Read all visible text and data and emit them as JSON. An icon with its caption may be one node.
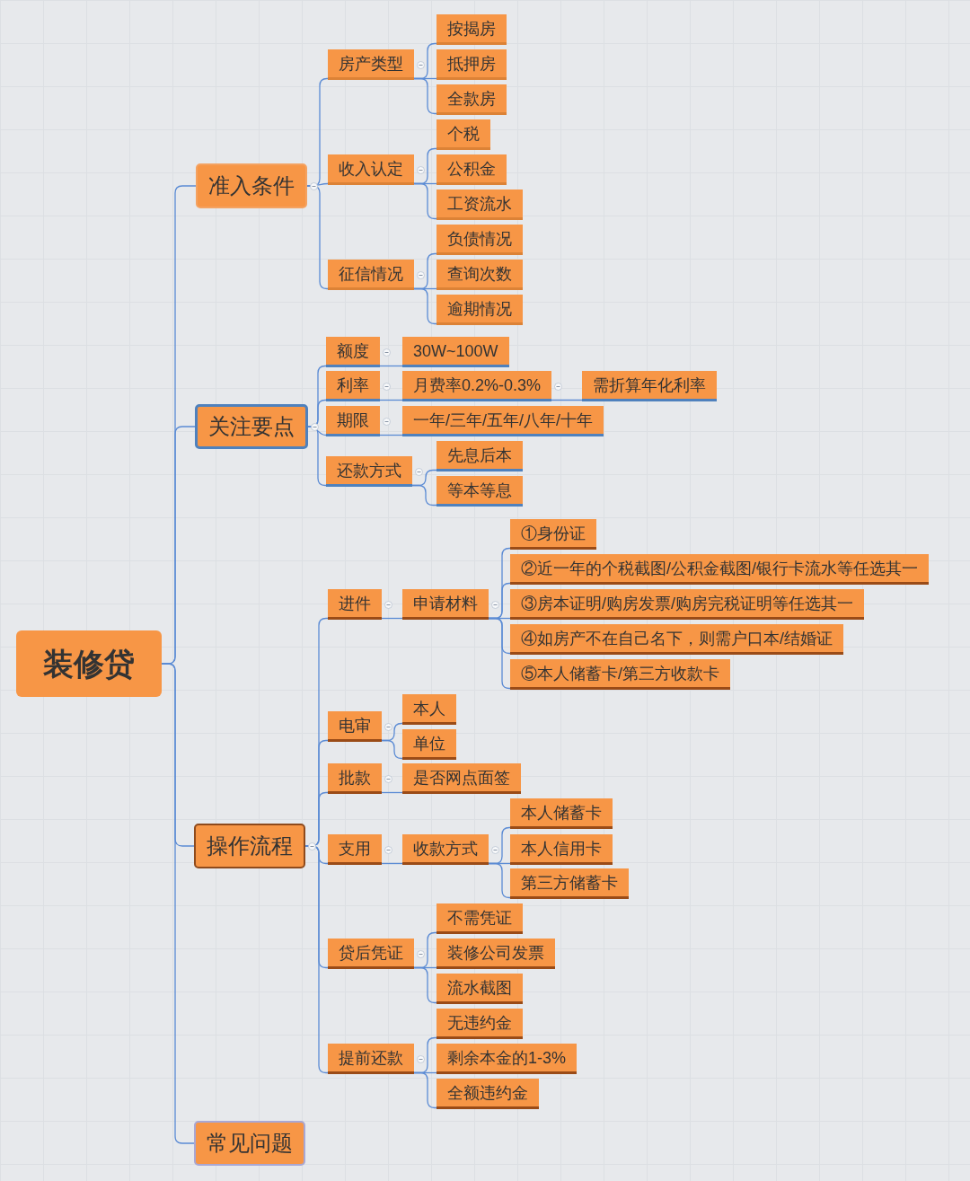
{
  "diagram": {
    "nodes": [
      {
        "text": [
          "装修贷"
        ]
      },
      {
        "text": [
          "准入条件"
        ]
      },
      {
        "text": [
          "房产类型"
        ]
      },
      {
        "text": [
          "按揭房"
        ]
      },
      {
        "text": [
          "抵押房"
        ]
      },
      {
        "text": [
          "全款房"
        ]
      },
      {
        "text": [
          "收入认定"
        ]
      },
      {
        "text": [
          "个税"
        ]
      },
      {
        "text": [
          "公积金"
        ]
      },
      {
        "text": [
          "工资流水"
        ]
      },
      {
        "text": [
          "征信情况"
        ]
      },
      {
        "text": [
          "负债情况"
        ]
      },
      {
        "text": [
          "查询次数"
        ]
      },
      {
        "text": [
          "逾期情况"
        ]
      },
      {
        "text": [
          "关注要点"
        ]
      },
      {
        "text": [
          "额度"
        ]
      },
      {
        "text": [
          "30W~100W"
        ]
      },
      {
        "text": [
          "利率"
        ]
      },
      {
        "text": [
          "月费率0.2%-0.3%"
        ]
      },
      {
        "text": [
          "需折算年化利率"
        ]
      },
      {
        "text": [
          "期限"
        ]
      },
      {
        "text": [
          "一年/三年/五年/八年/十年"
        ]
      },
      {
        "text": [
          "还款方式"
        ]
      },
      {
        "text": [
          "先息后本"
        ]
      },
      {
        "text": [
          "等本等息"
        ]
      },
      {
        "text": [
          "操作流程"
        ]
      },
      {
        "text": [
          "进件"
        ]
      },
      {
        "text": [
          "申请材料"
        ]
      },
      {
        "text": [
          "①身份证"
        ]
      },
      {
        "text": [
          "②近一年的个税截图/公积金截图/银行卡流水等任选其一"
        ]
      },
      {
        "text": [
          "③房本证明/购房发票/购房完税证明等任选其一"
        ]
      },
      {
        "text": [
          "④如房产不在自己名下，则需户口本/结婚证"
        ]
      },
      {
        "text": [
          "⑤本人储蓄卡/第三方收款卡"
        ]
      },
      {
        "text": [
          "电审"
        ]
      },
      {
        "text": [
          "本人"
        ]
      },
      {
        "text": [
          "单位"
        ]
      },
      {
        "text": [
          "批款"
        ]
      },
      {
        "text": [
          "是否网点面签"
        ]
      },
      {
        "text": [
          "支用"
        ]
      },
      {
        "text": [
          "收款方式"
        ]
      },
      {
        "text": [
          "本人储蓄卡"
        ]
      },
      {
        "text": [
          "本人信用卡"
        ]
      },
      {
        "text": [
          "第三方储蓄卡"
        ]
      },
      {
        "text": [
          "贷后凭证"
        ]
      },
      {
        "text": [
          "不需凭证"
        ]
      },
      {
        "text": [
          "装修公司发票"
        ]
      },
      {
        "text": [
          "流水截图"
        ]
      },
      {
        "text": [
          "提前还款"
        ]
      },
      {
        "text": [
          "无违约金"
        ]
      },
      {
        "text": [
          "剩余本金的1-3%"
        ]
      },
      {
        "text": [
          "全额违约金"
        ]
      },
      {
        "text": [
          "常见问题"
        ]
      }
    ],
    "edges": [
      {
        "from": 0,
        "to": 1,
        "arrow": "none"
      },
      {
        "from": 1,
        "to": 2,
        "arrow": "none"
      },
      {
        "from": 2,
        "to": 3,
        "arrow": "none"
      },
      {
        "from": 2,
        "to": 4,
        "arrow": "none"
      },
      {
        "from": 2,
        "to": 5,
        "arrow": "none"
      },
      {
        "from": 1,
        "to": 6,
        "arrow": "none"
      },
      {
        "from": 6,
        "to": 7,
        "arrow": "none"
      },
      {
        "from": 6,
        "to": 8,
        "arrow": "none"
      },
      {
        "from": 6,
        "to": 9,
        "arrow": "none"
      },
      {
        "from": 1,
        "to": 10,
        "arrow": "none"
      },
      {
        "from": 10,
        "to": 11,
        "arrow": "none"
      },
      {
        "from": 10,
        "to": 12,
        "arrow": "none"
      },
      {
        "from": 10,
        "to": 13,
        "arrow": "none"
      },
      {
        "from": 0,
        "to": 14,
        "arrow": "none"
      },
      {
        "from": 14,
        "to": 15,
        "arrow": "none"
      },
      {
        "from": 15,
        "to": 16,
        "arrow": "none"
      },
      {
        "from": 14,
        "to": 17,
        "arrow": "none"
      },
      {
        "from": 17,
        "to": 18,
        "arrow": "none"
      },
      {
        "from": 18,
        "to": 19,
        "arrow": "none"
      },
      {
        "from": 14,
        "to": 20,
        "arrow": "none"
      },
      {
        "from": 20,
        "to": 21,
        "arrow": "none"
      },
      {
        "from": 14,
        "to": 22,
        "arrow": "none"
      },
      {
        "from": 22,
        "to": 23,
        "arrow": "none"
      },
      {
        "from": 22,
        "to": 24,
        "arrow": "none"
      },
      {
        "from": 0,
        "to": 25,
        "arrow": "none"
      },
      {
        "from": 25,
        "to": 26,
        "arrow": "none"
      },
      {
        "from": 26,
        "to": 27,
        "arrow": "none"
      },
      {
        "from": 27,
        "to": 28,
        "arrow": "none"
      },
      {
        "from": 27,
        "to": 29,
        "arrow": "none"
      },
      {
        "from": 27,
        "to": 30,
        "arrow": "none"
      },
      {
        "from": 27,
        "to": 31,
        "arrow": "none"
      },
      {
        "from": 27,
        "to": 32,
        "arrow": "none"
      },
      {
        "from": 25,
        "to": 33,
        "arrow": "none"
      },
      {
        "from": 33,
        "to": 34,
        "arrow": "none"
      },
      {
        "from": 33,
        "to": 35,
        "arrow": "none"
      },
      {
        "from": 25,
        "to": 36,
        "arrow": "none"
      },
      {
        "from": 36,
        "to": 37,
        "arrow": "none"
      },
      {
        "from": 25,
        "to": 38,
        "arrow": "none"
      },
      {
        "from": 38,
        "to": 39,
        "arrow": "none"
      },
      {
        "from": 39,
        "to": 40,
        "arrow": "none"
      },
      {
        "from": 39,
        "to": 41,
        "arrow": "none"
      },
      {
        "from": 39,
        "to": 42,
        "arrow": "none"
      },
      {
        "from": 25,
        "to": 43,
        "arrow": "none"
      },
      {
        "from": 43,
        "to": 44,
        "arrow": "none"
      },
      {
        "from": 43,
        "to": 45,
        "arrow": "none"
      },
      {
        "from": 43,
        "to": 46,
        "arrow": "none"
      },
      {
        "from": 25,
        "to": 47,
        "arrow": "none"
      },
      {
        "from": 47,
        "to": 48,
        "arrow": "none"
      },
      {
        "from": 47,
        "to": 49,
        "arrow": "none"
      },
      {
        "from": 47,
        "to": 50,
        "arrow": "none"
      },
      {
        "from": 0,
        "to": 51,
        "arrow": "none"
      }
    ]
  }
}
